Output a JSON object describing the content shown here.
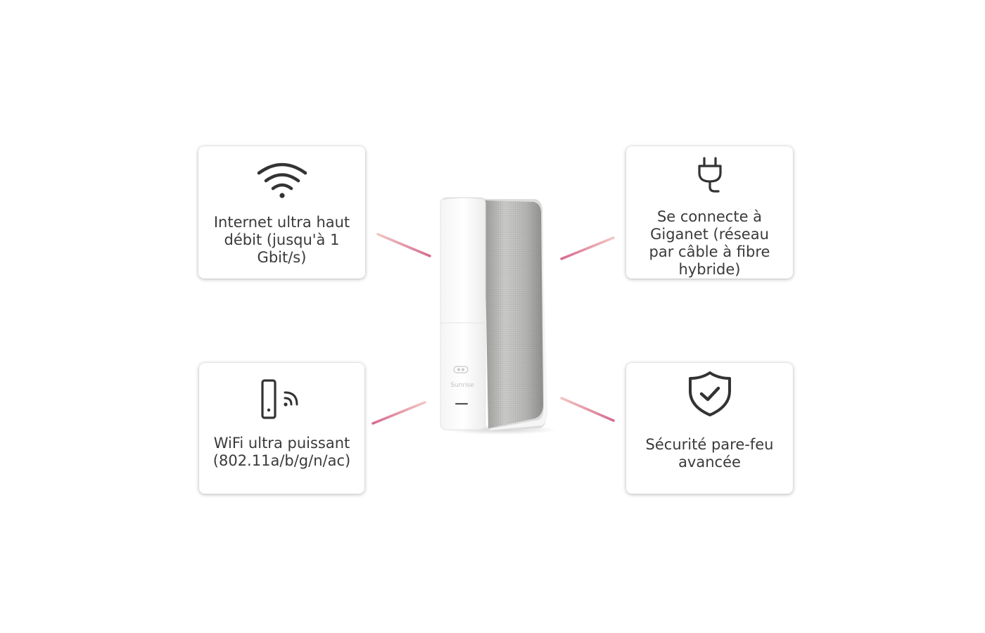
{
  "features": {
    "internet": {
      "icon": "wifi-icon",
      "label": "Internet ultra haut débit (jusqu'à 1 Gbit/s)"
    },
    "giganet": {
      "icon": "plug-icon",
      "label": "Se connecte à Giganet (réseau par câble à fibre hybride)"
    },
    "wifi": {
      "icon": "router-signal-icon",
      "label": "WiFi ultra puissant (802.11a/b/g/n/ac)"
    },
    "security": {
      "icon": "shield-check-icon",
      "label": "Sécurité pare-feu avancée"
    }
  },
  "device": {
    "brand": "Sunrise"
  },
  "colors": {
    "text": "#3a3a3a",
    "icon": "#333333",
    "connector_light": "#f2c6c2",
    "connector_dark": "#d66a8e"
  }
}
